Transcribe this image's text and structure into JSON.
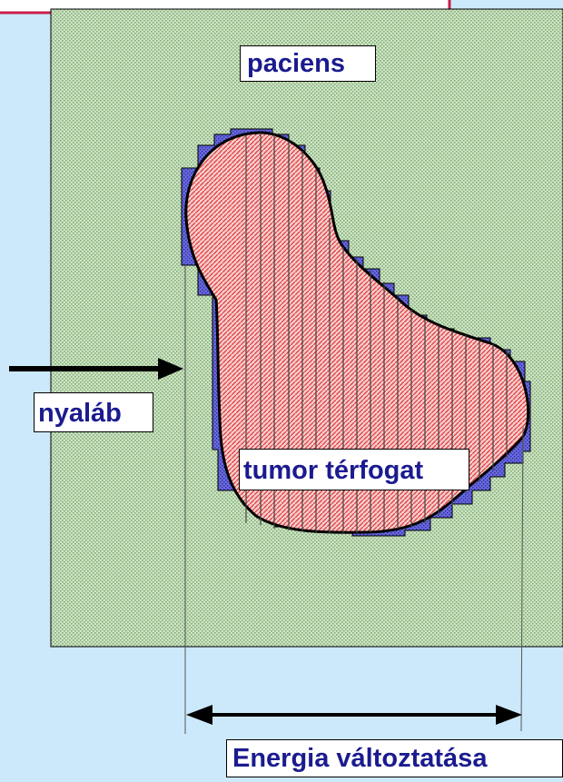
{
  "labels": {
    "patient": "paciens",
    "beam": "nyaláb",
    "tumor_volume": "tumor térfogat",
    "energy_variation": "Energia változtatása"
  },
  "colors": {
    "background": "#cce9fb",
    "patient_fill": "#cfe3c4",
    "patient_dots": "#7fae78",
    "tumor_fill": "#f6cdcd",
    "tumor_hatch": "#e23b3b",
    "margin_fill": "#6a6ae0",
    "label_text": "#1b1b8f",
    "top_box_border": "#c81e4b"
  },
  "icons": {
    "beam_arrow": "right-arrow-icon",
    "range_arrow": "double-headed-arrow-icon"
  }
}
